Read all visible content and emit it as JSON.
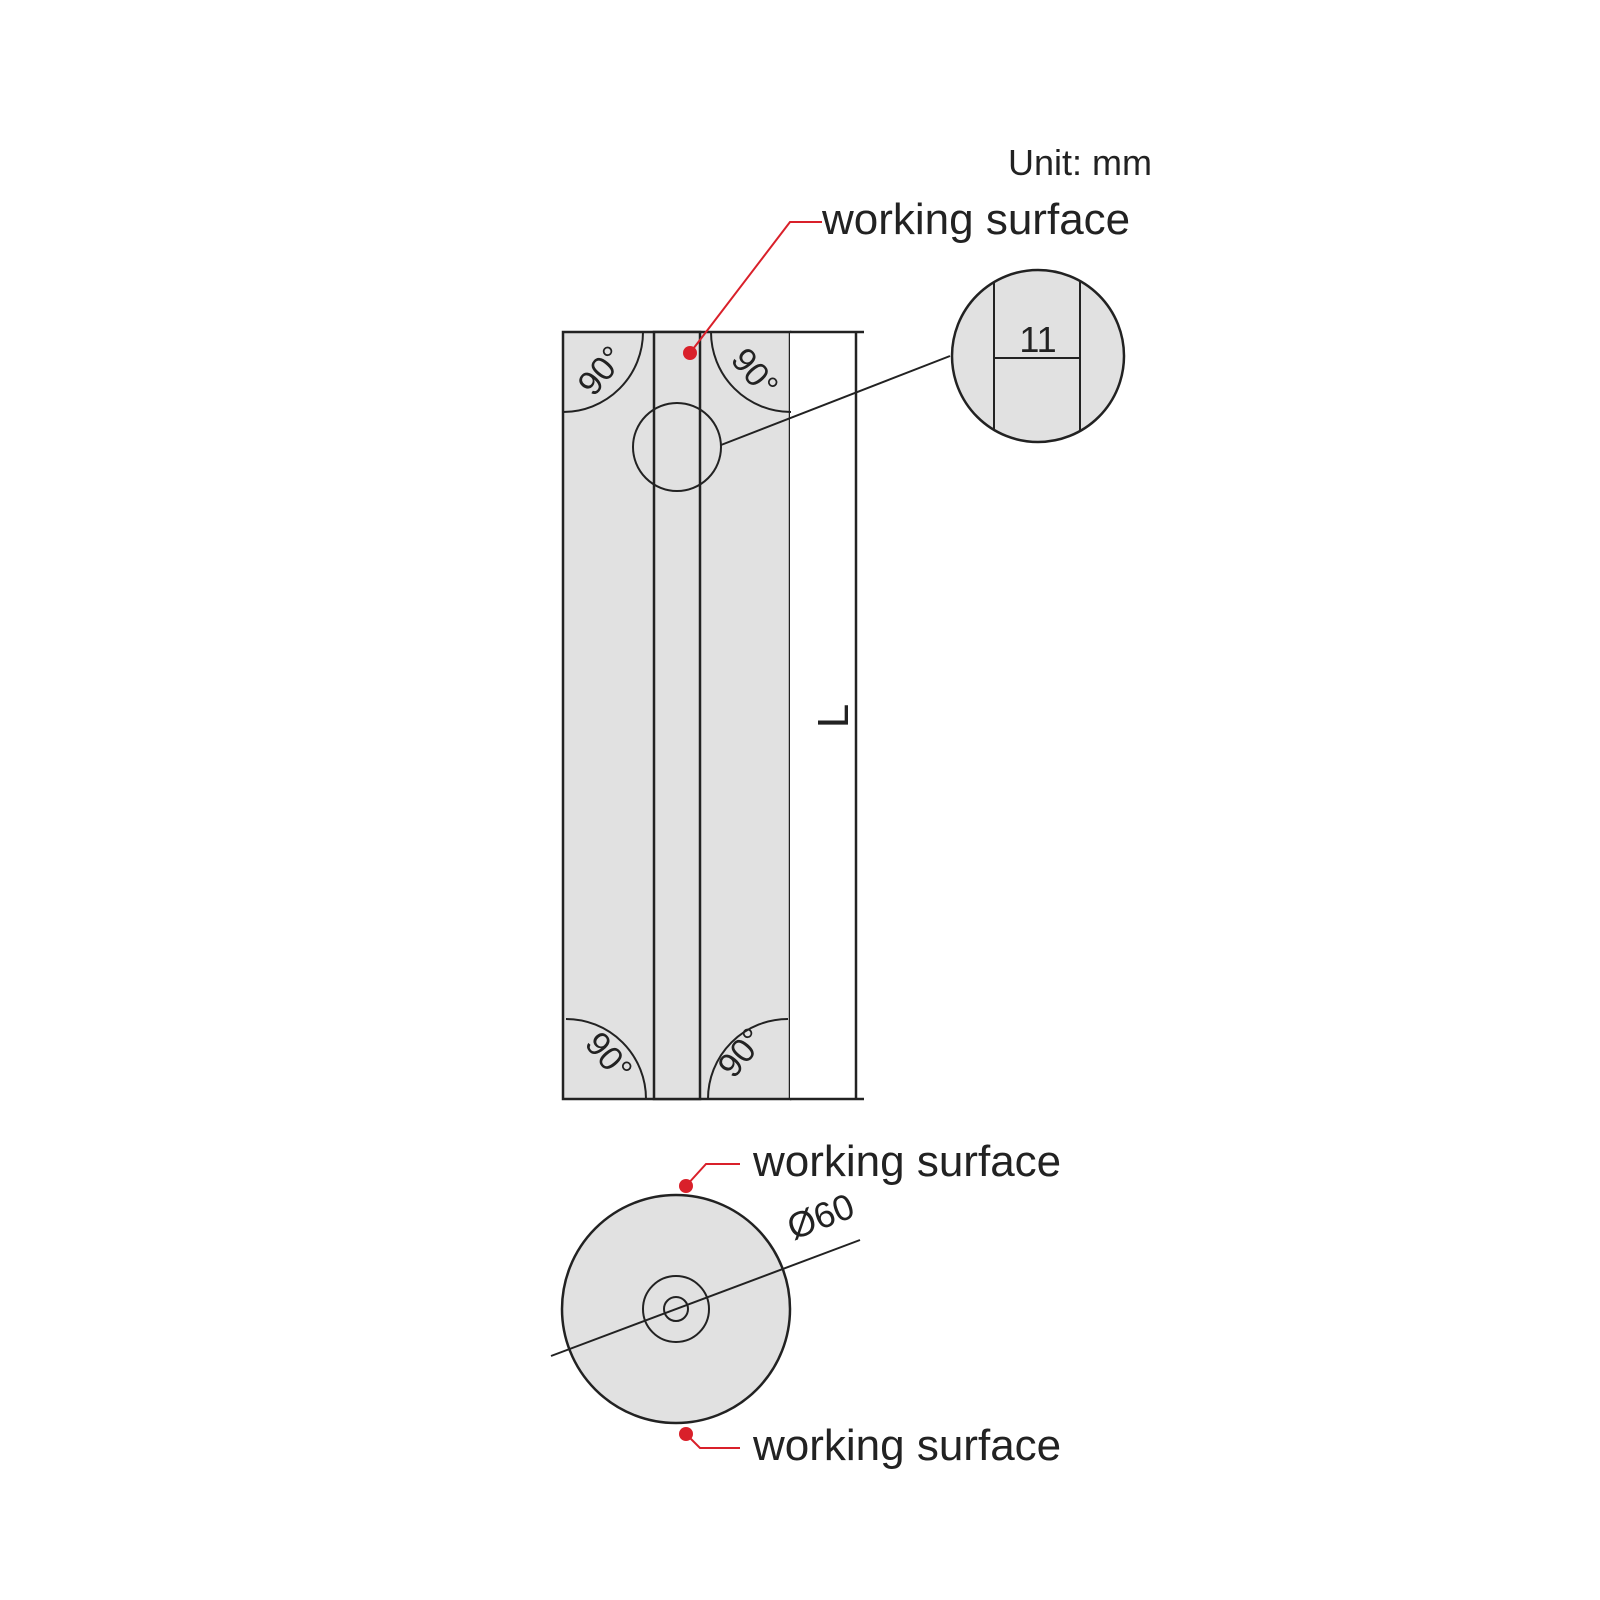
{
  "unit_label": "Unit: mm",
  "callouts": {
    "top": "working surface",
    "end_top": "working surface",
    "end_bottom": "working surface"
  },
  "dimensions": {
    "length": "L",
    "groove_width": "11",
    "diameter": "Ø60"
  },
  "angles": {
    "top_left": "90°",
    "top_right": "90°",
    "bottom_left": "90°",
    "bottom_right": "90°"
  },
  "colors": {
    "body_fill": "#e1e1e1",
    "outline": "#222222",
    "leader": "#d9202a"
  }
}
